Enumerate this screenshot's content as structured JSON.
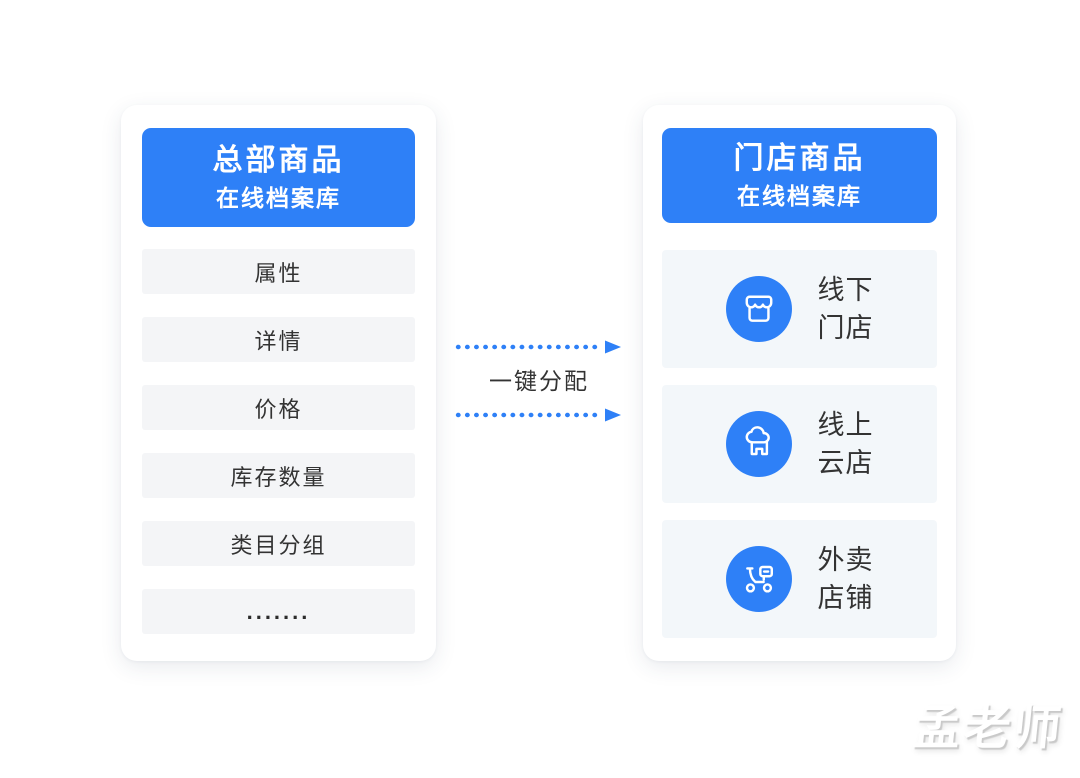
{
  "colors": {
    "primary_blue": "#2E80F7",
    "arrow_blue": "#2E80F7",
    "left_row_bg": "#f4f5f7",
    "right_block_bg": "#f3f7fa",
    "text_dark": "#333333",
    "card_bg": "#ffffff",
    "page_bg": "#ffffff"
  },
  "left_panel": {
    "title": "总部商品",
    "subtitle": "在线档案库",
    "rows": [
      "属性",
      "详情",
      "价格",
      "库存数量",
      "类目分组",
      "......."
    ]
  },
  "connector": {
    "label": "一键分配"
  },
  "right_panel": {
    "title": "门店商品",
    "subtitle": "在线档案库",
    "items": [
      {
        "icon": "storefront-icon",
        "line1": "线下",
        "line2": "门店"
      },
      {
        "icon": "cloud-store-icon",
        "line1": "线上",
        "line2": "云店"
      },
      {
        "icon": "delivery-scooter-icon",
        "line1": "外卖",
        "line2": "店铺"
      }
    ]
  },
  "watermark": "孟老师"
}
